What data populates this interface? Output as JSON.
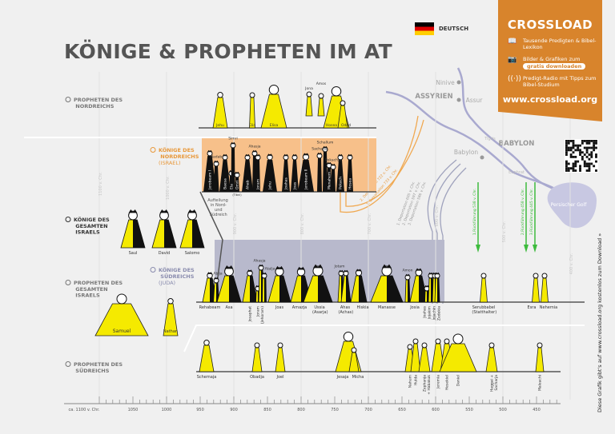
{
  "title": "KÖNIGE & PROPHETEN IM AT",
  "language": "DEUTSCH",
  "colors": {
    "brand": "#d8842c",
    "prophet": "#f5ea00",
    "north": "#f7c08a",
    "judah": "#b8b9cc",
    "return": "#3dbb3d"
  },
  "brand_panel": {
    "logo": "CROSSLOAD",
    "items": [
      {
        "icon": "book-icon",
        "text": "Tausende Predigten & Bibel-Lexikon"
      },
      {
        "icon": "camera-icon",
        "text": "Bilder & Grafiken zum",
        "pill": "gratis downloaden"
      },
      {
        "icon": "radio-icon",
        "text": "Predigt-Radio mit Tipps zum Bibel-Studium"
      }
    ],
    "url": "www.crossload.org"
  },
  "side_note": "Diese Grafik gibt's auf www.crossload.org kostenlos zum Download »",
  "sections": {
    "north_prophets": "PROPHETEN DES NORDREICHS",
    "north_kings": "KÖNIGE DES NORDREICHS",
    "north_kings_sub": "(ISRAEL)",
    "all_kings": "KÖNIGE DES GESAMTEN ISRAELS",
    "south_kings": "KÖNIGE DES SÜDREICHS",
    "south_kings_sub": "(JUDA)",
    "all_prophets": "PROPHETEN DES GESAMTEN ISRAELS",
    "south_prophets": "PROPHETEN DES SÜDREICHS"
  },
  "split_note": "Aufteilung in Nord- und Südreich",
  "north_prophets": [
    "Jehu",
    "Elia",
    "Elisa",
    "Jona",
    "Amos",
    "Hosea",
    "Oded"
  ],
  "north_kings": [
    "Jerobeam I",
    "Nadab",
    "Baesa",
    "Ela",
    "Simri",
    "Omri",
    "Ahab",
    "Ahasja",
    "Joram",
    "Jehu",
    "Joahas",
    "Joas",
    "Jerobeam II",
    "Sacharja",
    "Schallum",
    "Menahem",
    "Pekachja",
    "Pekach",
    "Hosea"
  ],
  "north_note": "(Tibni)",
  "all_kings": [
    "Saul",
    "David",
    "Salomo"
  ],
  "south_kings": [
    "Rehabeam",
    "Abija",
    "Asa",
    "Josaphat",
    "Joram (Jehoram)",
    "Ahasja",
    "Atalja",
    "Joas",
    "Amazja",
    "Ussia (Asarja)",
    "Jotam",
    "Ahas (Achas)",
    "Hiskia",
    "Manasse",
    "Amon",
    "Josia",
    "Joahas",
    "Jojakim",
    "Jojachin",
    "Zedekia"
  ],
  "post_exile": [
    "Serubbabel (Statthalter)",
    "Esra",
    "Nehemia"
  ],
  "all_prophets": [
    "Samuel",
    "Nathan"
  ],
  "south_prophets": [
    "Schemaja",
    "Obadja",
    "Joel",
    "Jesaja",
    "Micha",
    "Nahum",
    "Hulda",
    "Zephanja + Habakuk",
    "Jeremia",
    "Hesekiel",
    "Daniel",
    "Haggai + Sacharja",
    "Maleachi"
  ],
  "map": {
    "regions": [
      "ASSYRIEN",
      "BABYLON"
    ],
    "cities": [
      "Ninive",
      "Assur",
      "Babylon"
    ],
    "rivers": [
      "Tigris",
      "Euphrat"
    ],
    "sea": "Persischer Golf"
  },
  "deportations_israel": [
    "2. Deportation 722 v. Chr.",
    "1. Deportation 733 v. Chr."
  ],
  "deportations_juda": [
    "1. Deportation 605 v. Chr.",
    "2. Deportation 597 v. Chr.",
    "3. Deportation 586 v. Chr."
  ],
  "returns": [
    "1.Rückführung 538 v. Chr.",
    "2.Rückführung 458 v. Chr.",
    "3.Rückführung 445 v. Chr."
  ],
  "century_labels": [
    "1100 v. Chr.",
    "1000 v. Chr.",
    "900 v. Chr.",
    "800 v. Chr.",
    "700 v. Chr.",
    "600 v. Chr.",
    "500 v. Chr.",
    "400 v. Chr."
  ],
  "axis": {
    "start_label": "ca. 1100 v. Chr.",
    "ticks": [
      "1050",
      "1000",
      "950",
      "900",
      "850",
      "800",
      "750",
      "700",
      "650",
      "600",
      "550",
      "500",
      "450"
    ]
  }
}
